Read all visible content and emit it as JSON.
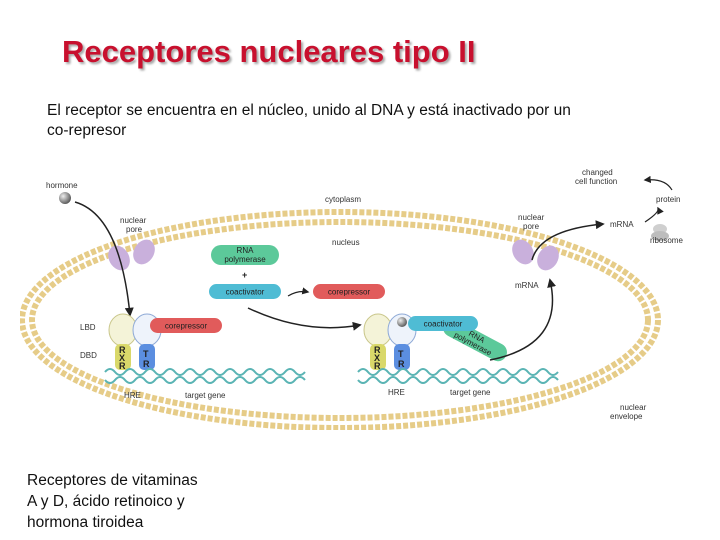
{
  "slide": {
    "title": "Receptores nucleares tipo II",
    "subtitle_line1": "El receptor se encuentra en el núcleo, unido al DNA y está inactivado por un",
    "subtitle_line2": "co-represor",
    "caption_line1": "Receptores de vitaminas",
    "caption_line2": "A y D, ácido retinoico y",
    "caption_line3": "hormona tiroidea"
  },
  "diagram": {
    "labels": {
      "hormone": "hormone",
      "nuclear_pore_left_1": "nuclear",
      "nuclear_pore_left_2": "pore",
      "cytoplasm": "cytoplasm",
      "nucleus": "nucleus",
      "lbd": "LBD",
      "dbd": "DBD",
      "hre_left": "HRE",
      "target_gene_left": "target gene",
      "hre_right": "HRE",
      "target_gene_right": "target gene",
      "nuclear_pore_right_1": "nuclear",
      "nuclear_pore_right_2": "pore",
      "mrna_nucleus": "mRNA",
      "mrna_cytoplasm": "mRNA",
      "changed_cell_function_1": "changed",
      "changed_cell_function_2": "cell function",
      "protein": "protein",
      "ribosome": "ribosome",
      "nuclear_envelope_1": "nuclear",
      "nuclear_envelope_2": "envelope"
    },
    "pills": {
      "rna_polymerase_1": "RNA",
      "rna_polymerase_2": "polymerase",
      "plus": "+",
      "coactivator": "coactivator",
      "corepressor_free": "corepressor",
      "corepressor_bound": "corepressor",
      "coactivator_bound": "coactivator",
      "rna_polymerase_bound_1": "RNA",
      "rna_polymerase_bound_2": "polymerase"
    },
    "subunits": {
      "rxr_r": "R",
      "rxr_x": "X",
      "rxr_r2": "R",
      "tr_t": "T",
      "tr_r": "R"
    },
    "colors": {
      "title": "#c8102e",
      "membrane": "#e6cc88",
      "corepressor": "#e15b5b",
      "coactivator": "#4fbcd4",
      "rna_polymerase": "#5cc99a",
      "rxr_subunit": "#d9d86a",
      "tr_subunit": "#5b8ee0",
      "dna": "#5ab4b4",
      "pore": "#c9b0dc"
    }
  }
}
